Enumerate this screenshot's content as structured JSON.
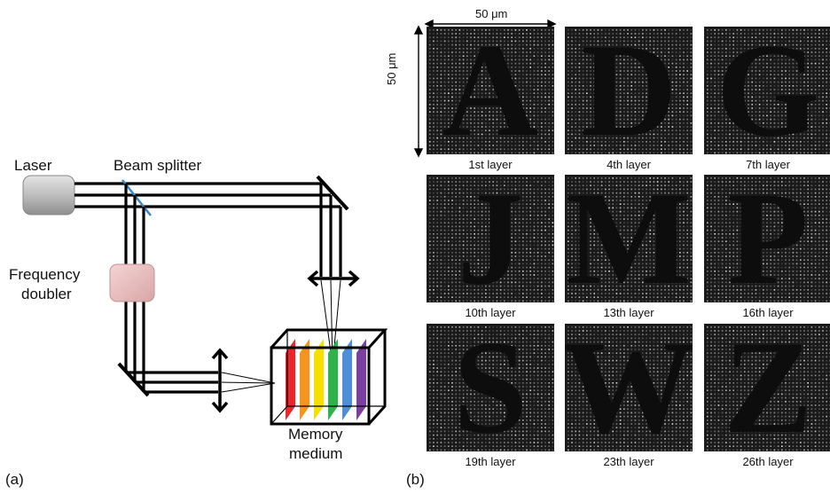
{
  "panel_a": {
    "panel_label": "(a)",
    "laser_label": "Laser",
    "beam_splitter_label": "Beam splitter",
    "frequency_doubler_label_line1": "Frequency",
    "frequency_doubler_label_line2": "doubler",
    "memory_medium_label_line1": "Memory",
    "memory_medium_label_line2": "medium",
    "layer_colors": [
      "#e8262c",
      "#f7941d",
      "#f5e000",
      "#2db34a",
      "#4d8fd6",
      "#7b3fa0"
    ]
  },
  "panel_b": {
    "panel_label": "(b)",
    "scale_horizontal": "50 μm",
    "scale_vertical": "50 μm",
    "tiles": [
      {
        "letter": "A",
        "caption": "1st layer"
      },
      {
        "letter": "D",
        "caption": "4th layer"
      },
      {
        "letter": "G",
        "caption": "7th layer"
      },
      {
        "letter": "J",
        "caption": "10th layer"
      },
      {
        "letter": "M",
        "caption": "13th layer"
      },
      {
        "letter": "P",
        "caption": "16th layer"
      },
      {
        "letter": "S",
        "caption": "19th layer"
      },
      {
        "letter": "W",
        "caption": "23th layer"
      },
      {
        "letter": "Z",
        "caption": "26th layer"
      }
    ]
  }
}
